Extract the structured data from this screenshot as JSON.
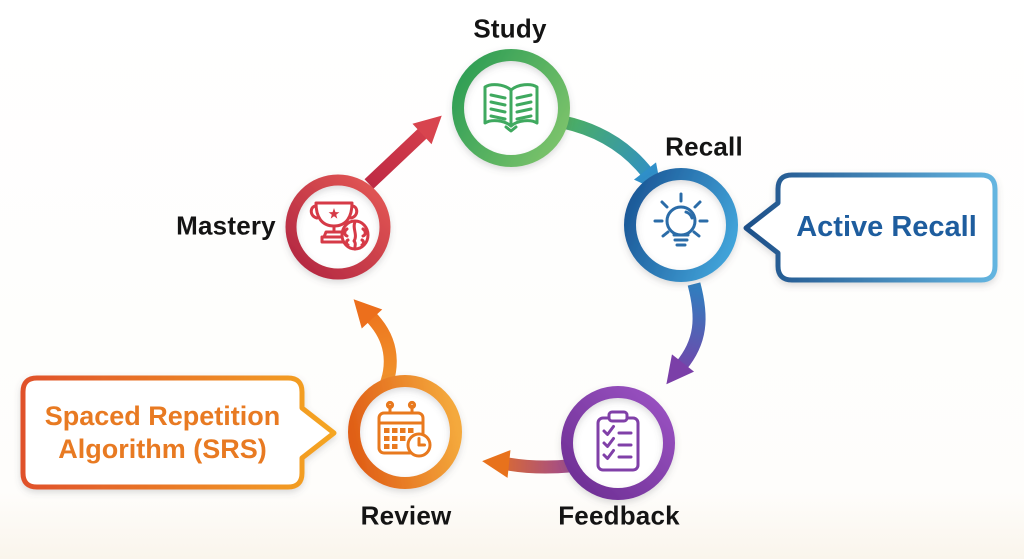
{
  "diagram": {
    "description_colors": {
      "background": "#fdfdfc",
      "label_color": "#141414"
    }
  },
  "nodes": {
    "study": {
      "label": "Study",
      "icon": "open-book-icon",
      "ring_start": "#2f9e55",
      "ring_end": "#7cc36b",
      "icon_color": "#3fa95f"
    },
    "recall": {
      "label": "Recall",
      "icon": "lightbulb-icon",
      "ring_start": "#1d5a99",
      "ring_end": "#41a3d9",
      "icon_color": "#2b6ca8"
    },
    "feedback": {
      "label": "Feedback",
      "icon": "clipboard-checklist-icon",
      "ring_start": "#6b2d91",
      "ring_end": "#9c54c4",
      "icon_color": "#8040a8"
    },
    "review": {
      "label": "Review",
      "icon": "calendar-clock-icon",
      "ring_start": "#e05f17",
      "ring_end": "#f4a93c",
      "icon_color": "#e8791e"
    },
    "mastery": {
      "label": "Mastery",
      "icon": "trophy-brain-icon",
      "ring_start": "#b02440",
      "ring_end": "#e55a55",
      "icon_color": "#d63a47"
    }
  },
  "arrows": [
    {
      "name": "study-to-recall",
      "color_start": "#4caf5f",
      "color_end": "#2f8fc9"
    },
    {
      "name": "recall-to-feedback",
      "color_start": "#2f7fbf",
      "color_end": "#7b3fa8"
    },
    {
      "name": "feedback-to-review",
      "color_start": "#8a3fb0",
      "color_end": "#e8721c"
    },
    {
      "name": "review-to-mastery",
      "color_start": "#f29a2e",
      "color_end": "#ec6f1c"
    },
    {
      "name": "mastery-to-study",
      "color_start": "#bf2a44",
      "color_end": "#d8444e"
    }
  ],
  "callouts": {
    "active_recall": {
      "label": "Active Recall",
      "text_color": "#1e5d9e",
      "border_start": "#1d4f88",
      "border_end": "#64b5e0"
    },
    "srs": {
      "line1": "Spaced Repetition",
      "line2": "Algorithm (SRS)",
      "text_color": "#e87a22",
      "border_start": "#e0512b",
      "border_end": "#f5a623"
    }
  }
}
